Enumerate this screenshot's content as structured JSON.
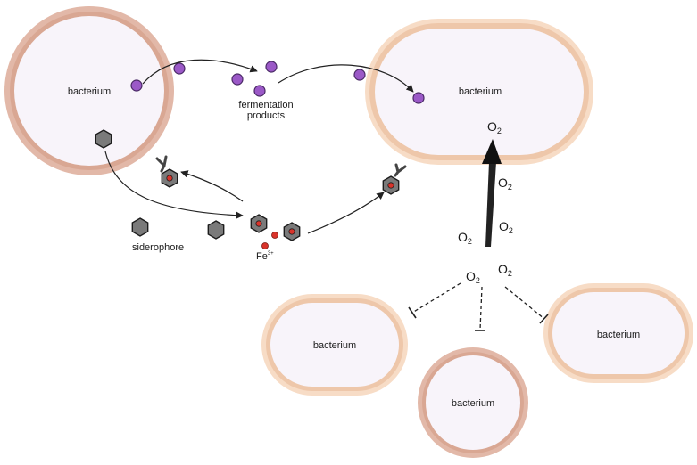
{
  "labels": {
    "bacterium": "bacterium",
    "fermentation_products_line1": "fermentation",
    "fermentation_products_line2": "products",
    "siderophore": "siderophore",
    "iron": "Fe",
    "iron_charge": "3+",
    "oxygen": "O",
    "oxygen_sub": "2"
  },
  "colors": {
    "round_cell_outer": "#e2b8a8",
    "round_cell_ring": "#d7a592",
    "rod_cell_outer": "#f7dcc6",
    "rod_cell_ring": "#edc4a6",
    "cell_inner": "#f8f4fa",
    "fermentation_product": "#9b59c7",
    "siderophore_fill": "#7a7a7a",
    "iron_fill": "#d9342b",
    "arrow": "#222222"
  }
}
